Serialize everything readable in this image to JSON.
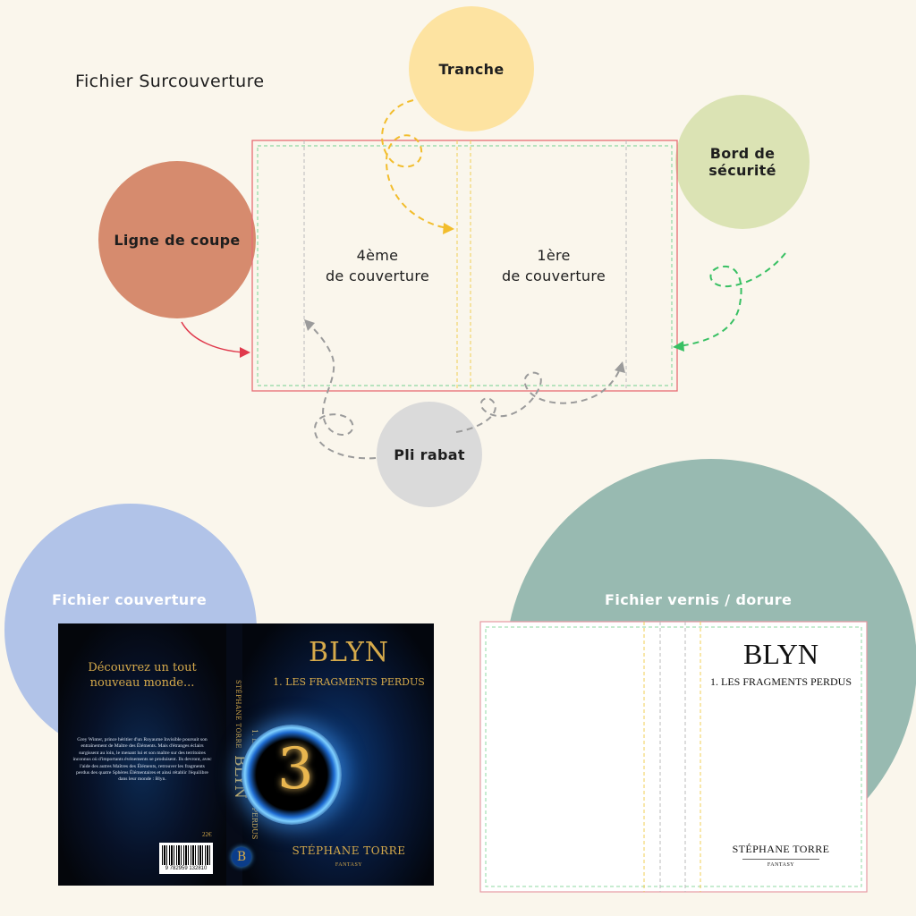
{
  "diagram": {
    "title": "Fichier Surcouverture",
    "nodes": {
      "tranche": "Tranche",
      "bord_securite": "Bord de sécurité",
      "ligne_coupe": "Ligne de coupe",
      "pli_rabat": "Pli rabat"
    },
    "panels": {
      "back_line1": "4ème",
      "back_line2": "de couverture",
      "front_line1": "1ère",
      "front_line2": "de couverture"
    },
    "colors": {
      "tranche": "#fde3a1",
      "bord_securite": "#dbe3b4",
      "ligne_coupe": "#d68b6e",
      "pli_rabat": "#dadada",
      "couverture": "#b1c3e8",
      "vernis": "#98bab1",
      "cut_line": "#e76b73",
      "safety_line": "#8fd8a3",
      "spine_line": "#f0cf55"
    }
  },
  "couverture": {
    "label": "Fichier couverture",
    "back": {
      "headline": "Découvrez un tout nouveau monde...",
      "blurb": "Grey Winter, prince héritier d'un Royaume Invisible poursuit son entraînement de Maître des Éléments. Mais d'étranges éclairs surgissent au loin, le menant lui et son maître sur des territoires inconnus où d'importants événements se produisent. Ils devront, avec l'aide des autres Maîtres des Éléments, retrouver les fragments perdus des quatre Sphères Élémentaires et ainsi rétablir l'équilibre dans leur monde : Blyn.",
      "price": "22€",
      "barcode_number": "9 782959 132810"
    },
    "spine": {
      "author": "STÉPHANE TORRE",
      "title": "BLYN",
      "subtitle": "1. LES FRAGMENTS PERDUS",
      "logo": "B"
    },
    "front": {
      "title": "BLYN",
      "subtitle": "1. LES FRAGMENTS PERDUS",
      "emblem": "3",
      "author": "STÉPHANE TORRE",
      "genre": "FANTASY"
    }
  },
  "vernis": {
    "label": "Fichier vernis / dorure",
    "title": "BLYN",
    "subtitle": "1. LES FRAGMENTS PERDUS",
    "author": "STÉPHANE TORRE",
    "genre": "FANTASY"
  }
}
